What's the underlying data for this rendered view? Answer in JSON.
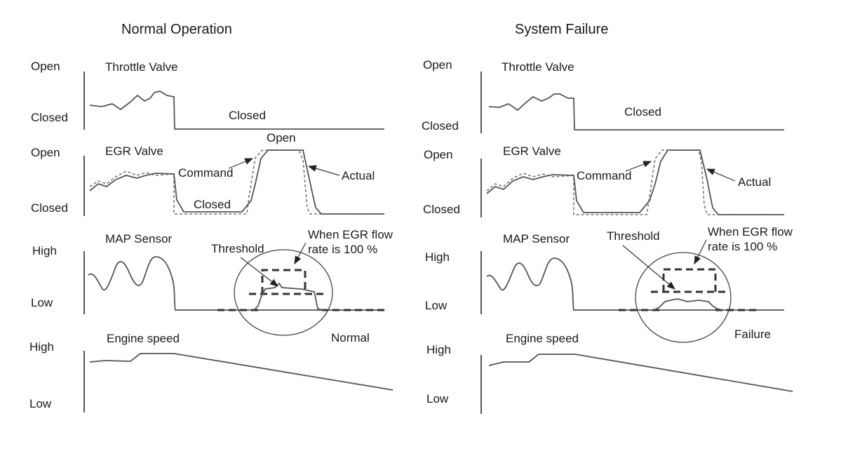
{
  "panels": {
    "normal": {
      "title": "Normal Operation",
      "throttle": {
        "name": "Throttle Valve",
        "high": "Open",
        "low": "Closed",
        "state": "Closed"
      },
      "egr": {
        "name": "EGR Valve",
        "high": "Open",
        "low": "Closed",
        "command": "Command",
        "actual": "Actual",
        "open": "Open",
        "closed": "Closed"
      },
      "map": {
        "name": "MAP Sensor",
        "high": "High",
        "low": "Low",
        "threshold": "Threshold",
        "note_line1": "When EGR flow",
        "note_line2": "rate is 100 %",
        "result": "Normal"
      },
      "engine": {
        "name": "Engine speed",
        "high": "High",
        "low": "Low"
      }
    },
    "failure": {
      "title": "System Failure",
      "throttle": {
        "name": "Throttle Valve",
        "high": "Open",
        "low": "Closed",
        "state": "Closed"
      },
      "egr": {
        "name": "EGR Valve",
        "high": "Open",
        "low": "Closed",
        "command": "Command",
        "actual": "Actual"
      },
      "map": {
        "name": "MAP Sensor",
        "high": "High",
        "low": "Low",
        "threshold": "Threshold",
        "note_line1": "When EGR flow",
        "note_line2": "rate is 100 %",
        "result": "Failure"
      },
      "engine": {
        "name": "Engine speed",
        "high": "High",
        "low": "Low"
      }
    }
  }
}
